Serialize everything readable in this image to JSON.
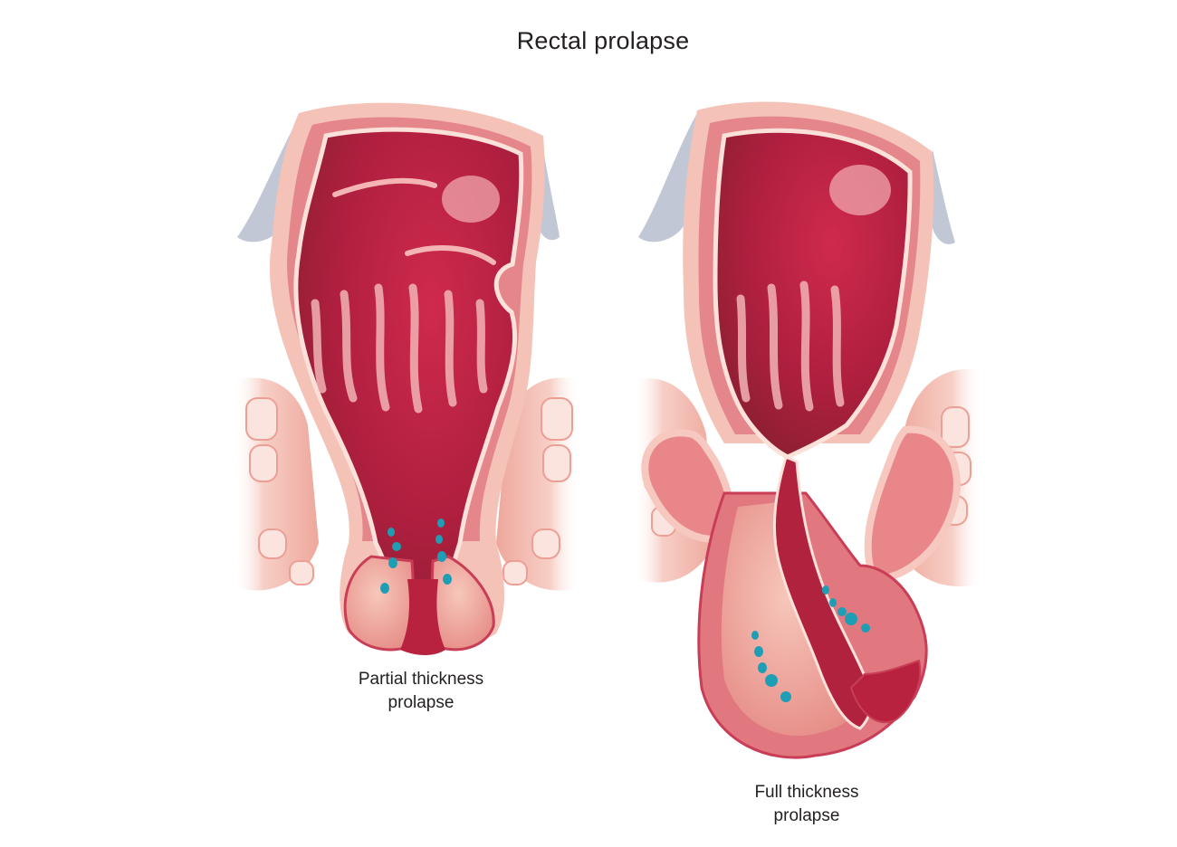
{
  "title": "Rectal prolapse",
  "labels": {
    "partial_line1": "Partial thickness",
    "partial_line2": "prolapse",
    "full_line1": "Full thickness",
    "full_line2": "prolapse"
  },
  "colors": {
    "skin": "#f2b8ae",
    "skin_light": "#f9d6cd",
    "muscle": "#de7a7d",
    "wall": "#c94a58",
    "lumen": "#9c2437",
    "lumen_bright": "#c01f44",
    "mucosa_fold": "#f2a3a6",
    "vessel": "#1b9bb3",
    "peritoneum": "#b7bdd0"
  }
}
